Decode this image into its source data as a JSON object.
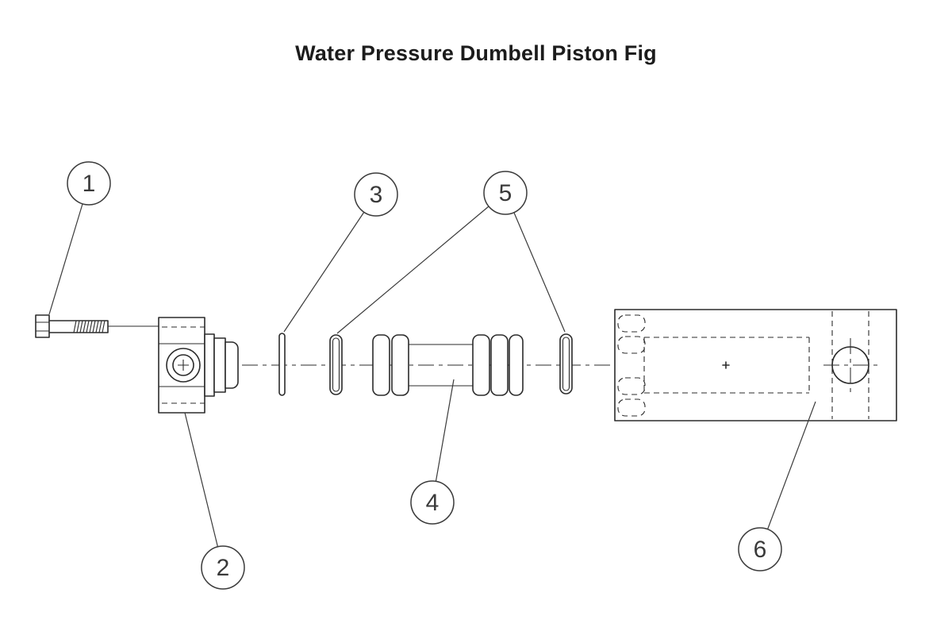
{
  "title": "Water Pressure Dumbell Piston Fig",
  "callouts": [
    {
      "label": "1"
    },
    {
      "label": "2"
    },
    {
      "label": "3"
    },
    {
      "label": "4"
    },
    {
      "label": "5"
    },
    {
      "label": "6"
    }
  ]
}
